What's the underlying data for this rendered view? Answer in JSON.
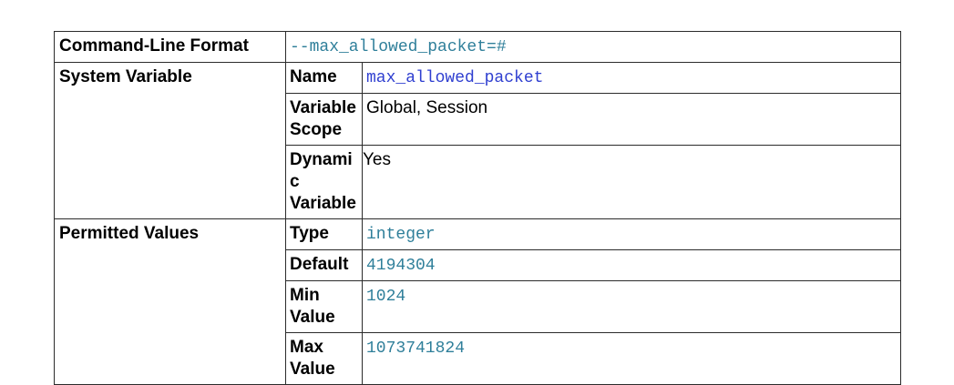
{
  "table": {
    "command_line": {
      "label": "Command-Line Format",
      "value": "--max_allowed_packet=#"
    },
    "system_variable": {
      "label": "System Variable",
      "name": {
        "label": "Name",
        "value": "max_allowed_packet"
      },
      "scope": {
        "label": "Variable Scope",
        "value": "Global, Session"
      },
      "dynamic": {
        "label": "Dynamic Variable",
        "value": "Yes"
      }
    },
    "permitted_values": {
      "label": "Permitted Values",
      "type": {
        "label": "Type",
        "value": "integer"
      },
      "default": {
        "label": "Default",
        "value": "4194304"
      },
      "min": {
        "label": "Min Value",
        "value": "1024"
      },
      "max": {
        "label": "Max Value",
        "value": "1073741824"
      }
    }
  },
  "colors": {
    "link": "#2f3fd0",
    "value": "#2f7f9a",
    "border": "#2b2b2b"
  }
}
